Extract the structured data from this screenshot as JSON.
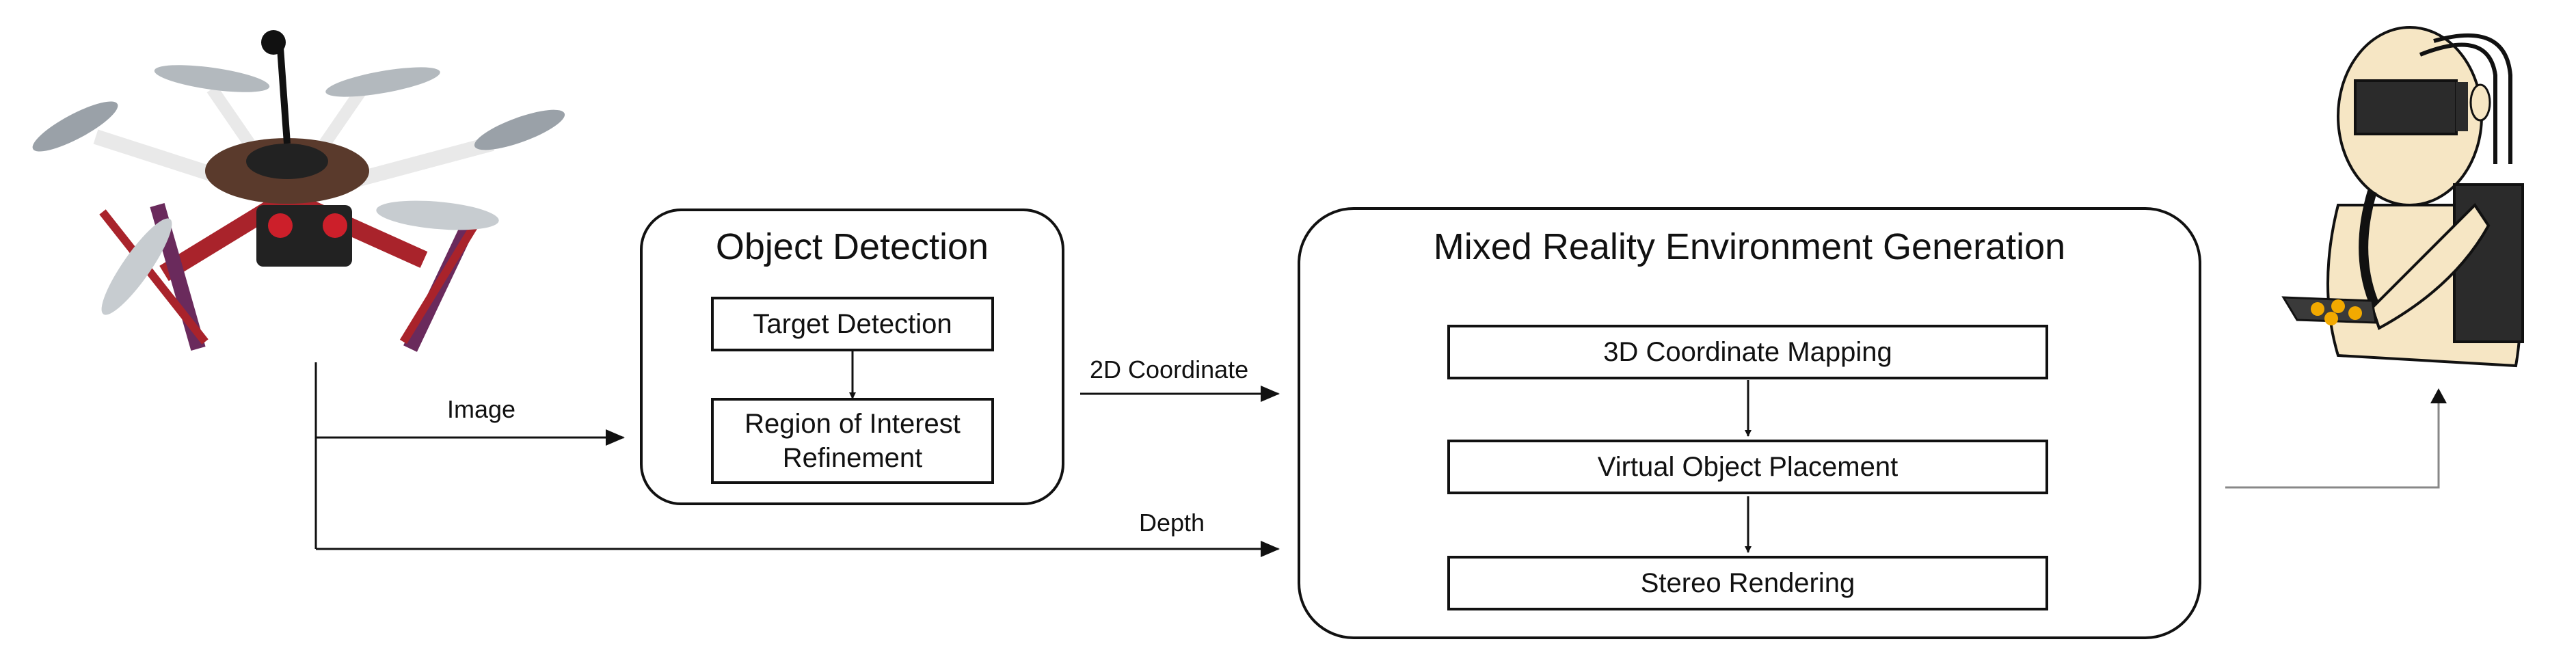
{
  "colors": {
    "stroke": "#111111",
    "drone_frame": "#8b1e1e",
    "drone_legs": "#6a2a5c",
    "headset": "#2b2b2b",
    "body": "#f6e6c4"
  },
  "icons": [
    "drone-illustration",
    "user-with-headset-illustration"
  ],
  "object_detection": {
    "title": "Object Detection",
    "steps": [
      "Target Detection",
      "Region of Interest Refinement"
    ]
  },
  "mixed_reality": {
    "title": "Mixed Reality Environment Generation",
    "steps": [
      "3D Coordinate Mapping",
      "Virtual Object Placement",
      "Stereo Rendering"
    ]
  },
  "edges": {
    "image": "Image",
    "coordinate": "2D Coordinate",
    "depth": "Depth"
  }
}
